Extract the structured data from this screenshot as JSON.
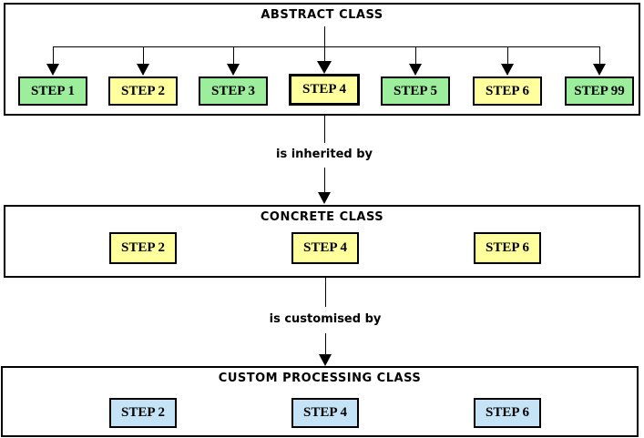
{
  "colors": {
    "green": "#9CEE9C",
    "yellow": "#FFFF9E",
    "blue": "#C5E3F6",
    "line": "#000000",
    "background": "#FFFFFF"
  },
  "abstract_class": {
    "title": "ABSTRACT CLASS",
    "steps": [
      {
        "label": "STEP 1",
        "color": "green"
      },
      {
        "label": "STEP 2",
        "color": "yellow"
      },
      {
        "label": "STEP 3",
        "color": "green"
      },
      {
        "label": "STEP 4",
        "color": "yellow"
      },
      {
        "label": "STEP 5",
        "color": "green"
      },
      {
        "label": "STEP 6",
        "color": "yellow"
      },
      {
        "label": "STEP 99",
        "color": "green"
      }
    ]
  },
  "relation_inherited": {
    "label": "is inherited by"
  },
  "concrete_class": {
    "title": "CONCRETE CLASS",
    "steps": [
      {
        "label": "STEP 2",
        "color": "yellow"
      },
      {
        "label": "STEP 4",
        "color": "yellow"
      },
      {
        "label": "STEP 6",
        "color": "yellow"
      }
    ]
  },
  "relation_customised": {
    "label": "is customised by"
  },
  "custom_processing_class": {
    "title": "CUSTOM PROCESSING CLASS",
    "steps": [
      {
        "label": "STEP 2",
        "color": "blue"
      },
      {
        "label": "STEP 4",
        "color": "blue"
      },
      {
        "label": "STEP 6",
        "color": "blue"
      }
    ]
  }
}
